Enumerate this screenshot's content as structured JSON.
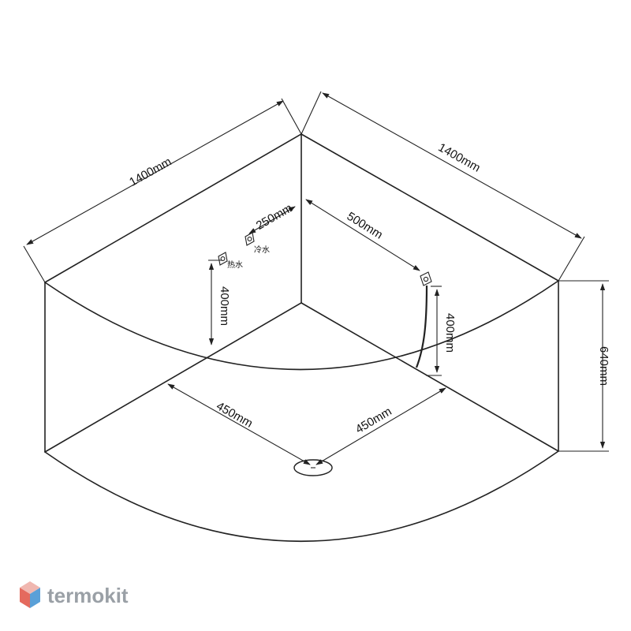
{
  "dimensions": {
    "left_wall_length": "1400mm",
    "right_wall_length": "1400mm",
    "inlet_spacing": "250mm",
    "drain_pipe_offset": "500mm",
    "inlet_height": "400mm",
    "drain_pipe_height": "400mm",
    "tub_height": "640mm",
    "drain_left_distance": "450mm",
    "drain_right_distance": "450mm"
  },
  "labels": {
    "hot_water": "热水",
    "cold_water": "冷水"
  },
  "brand": {
    "name": "termokit",
    "colors": [
      "#f0b7b0",
      "#e46a5e",
      "#9ec9ea",
      "#5aa0d8"
    ]
  }
}
